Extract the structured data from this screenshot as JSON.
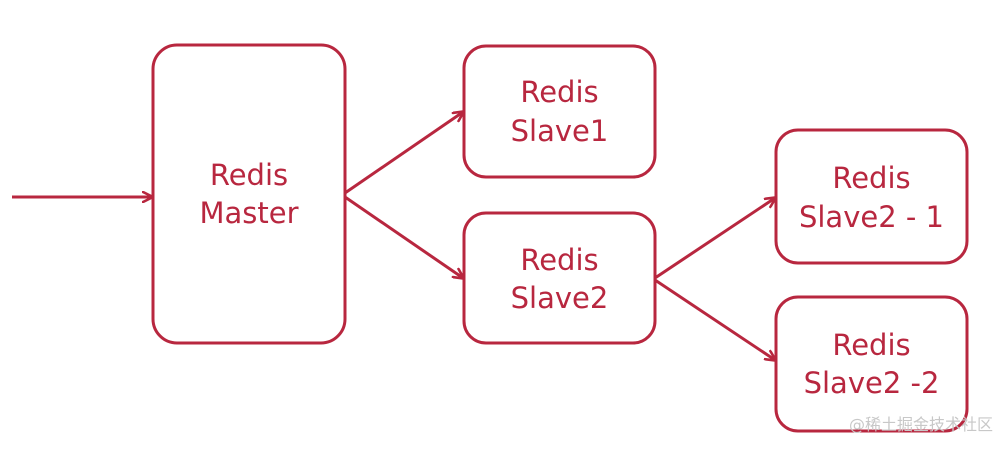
{
  "colors": {
    "accent": "#b8273f",
    "background": "#ffffff",
    "watermark": "#c8c8c8"
  },
  "nodes": {
    "master": {
      "line1": "Redis",
      "line2": "Master"
    },
    "slave1": {
      "line1": "Redis",
      "line2": "Slave1"
    },
    "slave2": {
      "line1": "Redis",
      "line2": "Slave2"
    },
    "slave2_1": {
      "line1": "Redis",
      "line2": "Slave2 - 1"
    },
    "slave2_2": {
      "line1": "Redis",
      "line2": "Slave2 -2"
    }
  },
  "edges": [
    {
      "from": "input",
      "to": "master"
    },
    {
      "from": "master",
      "to": "slave1"
    },
    {
      "from": "master",
      "to": "slave2"
    },
    {
      "from": "slave2",
      "to": "slave2_1"
    },
    {
      "from": "slave2",
      "to": "slave2_2"
    }
  ],
  "watermark": "@稀土掘金技术社区"
}
